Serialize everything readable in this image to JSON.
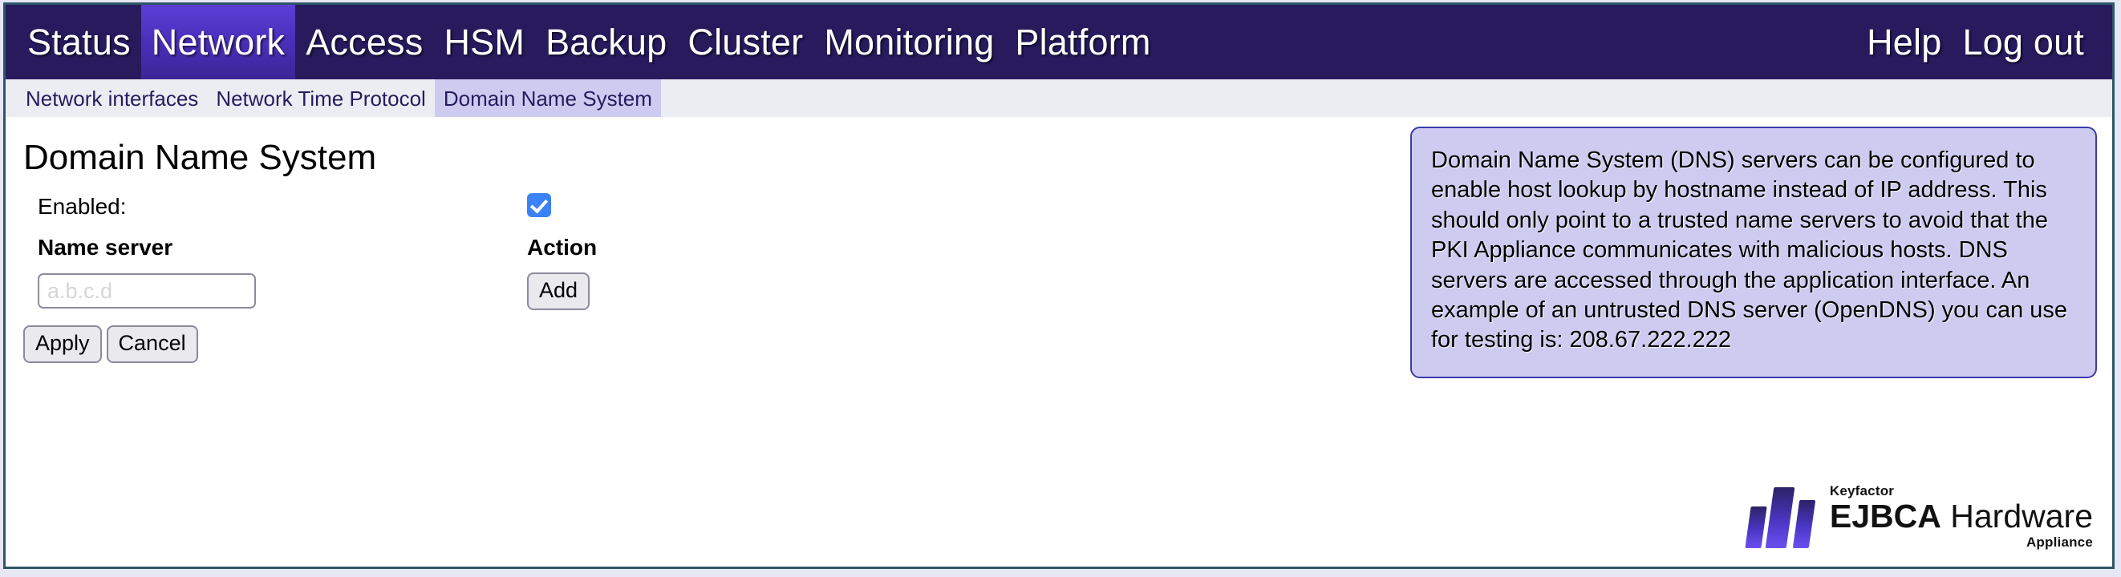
{
  "topnav": {
    "items": [
      {
        "label": "Status",
        "active": false
      },
      {
        "label": "Network",
        "active": true
      },
      {
        "label": "Access",
        "active": false
      },
      {
        "label": "HSM",
        "active": false
      },
      {
        "label": "Backup",
        "active": false
      },
      {
        "label": "Cluster",
        "active": false
      },
      {
        "label": "Monitoring",
        "active": false
      },
      {
        "label": "Platform",
        "active": false
      }
    ],
    "right_items": [
      {
        "label": "Help"
      },
      {
        "label": "Log out"
      }
    ],
    "background_color": "#271b5e",
    "active_color": "#4a31bd"
  },
  "subnav": {
    "items": [
      {
        "label": "Network interfaces",
        "active": false
      },
      {
        "label": "Network Time Protocol",
        "active": false
      },
      {
        "label": "Domain Name System",
        "active": true
      }
    ],
    "background_color": "#ecedf3",
    "active_color": "#cdcbf0"
  },
  "main": {
    "page_title": "Domain Name System",
    "enabled": {
      "label": "Enabled:",
      "checked": true,
      "checkbox_color": "#3b82f6"
    },
    "table": {
      "headers": [
        "Name server",
        "Action"
      ],
      "new_row": {
        "name_server_value": "",
        "name_server_placeholder": "a.b.c.d",
        "add_button_label": "Add"
      }
    },
    "form_actions": {
      "apply_label": "Apply",
      "cancel_label": "Cancel"
    }
  },
  "infobox": {
    "text": "Domain Name System (DNS) servers can be configured to enable host lookup by hostname instead of IP address. This should only point to a trusted name servers to avoid that the PKI Appliance communicates with malicious hosts. DNS servers are accessed through the application interface. An example of an untrusted DNS server (OpenDNS) you can use for testing is: 208.67.222.222",
    "background_color": "#cdcbf0",
    "border_color": "#3b3baa"
  },
  "logo": {
    "brand": "Keyfactor",
    "product_strong": "EJBCA",
    "product_light": "Hardware",
    "sub": "Appliance",
    "mark_color": "#4a36c4"
  }
}
